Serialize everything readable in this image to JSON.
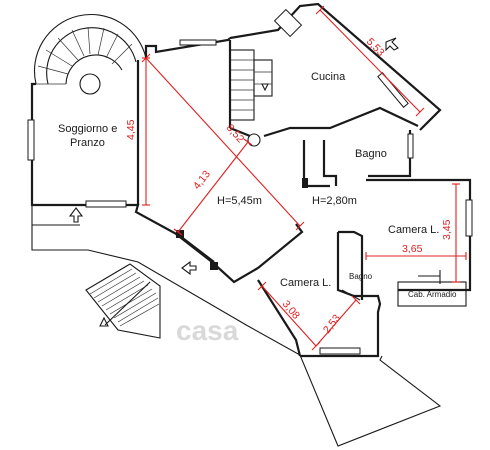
{
  "rooms": {
    "soggiorno_line1": "Soggiorno e",
    "soggiorno_line2": "Pranzo",
    "cucina": "Cucina",
    "bagno_main": "Bagno",
    "camera_right": "Camera L.",
    "camera_bottom": "Camera L.",
    "bagno_small": "Bagno",
    "cabina_armadio": "Cab. Armadio"
  },
  "heights": {
    "living": "H=5,45m",
    "rest": "H=2,80m"
  },
  "dimensions": {
    "cucina_diag": "5,53",
    "living_vertical": "4,45",
    "living_diag": "8,52",
    "living_width": "4,13",
    "camera_right_h": "3,45",
    "camera_right_w": "3,65",
    "camera_bottom_a": "3,08",
    "camera_bottom_b": "2,53"
  },
  "watermark": "casa",
  "colors": {
    "walls": "#1a1a1a",
    "dimension_lines": "#e0201f"
  }
}
